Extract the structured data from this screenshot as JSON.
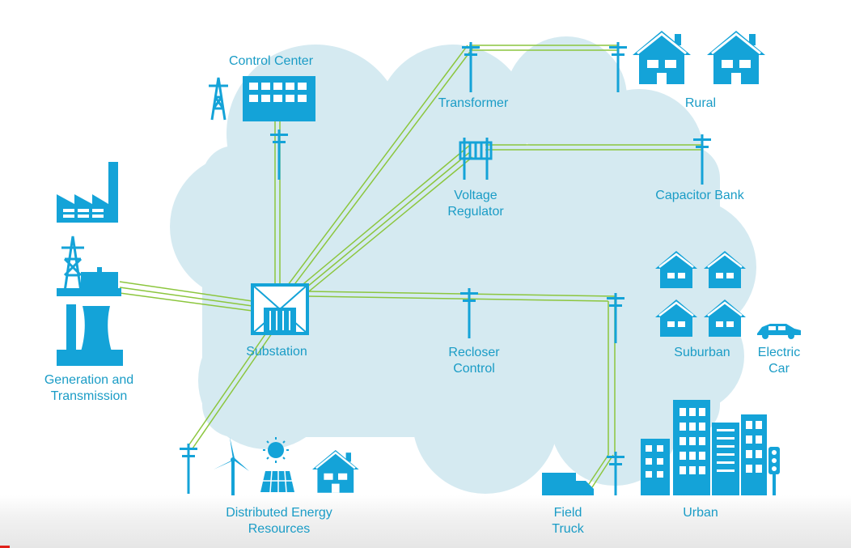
{
  "colors": {
    "icon": "#14a3d8",
    "cloud": "#d5eaf1",
    "line": "#8cc63e",
    "text": "#1a9cc6"
  },
  "labels": {
    "control_center": "Control Center",
    "transformer": "Transformer",
    "rural": "Rural",
    "voltage_regulator_1": "Voltage",
    "voltage_regulator_2": "Regulator",
    "capacitor_bank": "Capacitor Bank",
    "generation_1": "Generation and",
    "generation_2": "Transmission",
    "substation": "Substation",
    "recloser_1": "Recloser",
    "recloser_2": "Control",
    "suburban": "Suburban",
    "electric_car_1": "Electric",
    "electric_car_2": "Car",
    "der_1": "Distributed Energy",
    "der_2": "Resources",
    "field_truck_1": "Field",
    "field_truck_2": "Truck",
    "urban": "Urban"
  },
  "icons": [
    "transmission-tower-icon",
    "control-center-building-icon",
    "utility-pole-icon",
    "house-icon",
    "voltage-regulator-icon",
    "capacitor-bank-icon",
    "factory-icon",
    "power-plant-icon",
    "cooling-tower-icon",
    "substation-icon",
    "wind-turbine-icon",
    "sun-icon",
    "solar-panel-icon",
    "electric-car-icon",
    "truck-icon",
    "office-building-icon",
    "traffic-light-icon"
  ]
}
